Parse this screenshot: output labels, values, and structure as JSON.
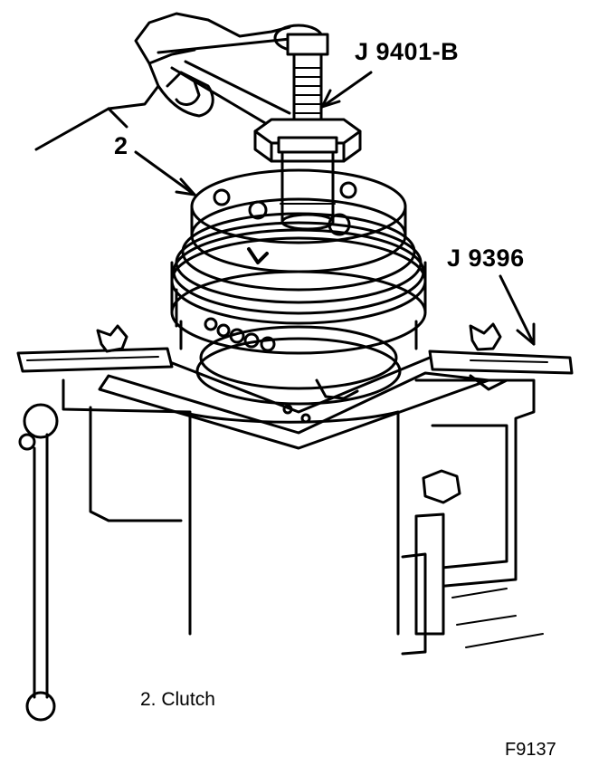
{
  "labels": {
    "tool_top": "J  9401-B",
    "tool_right": "J  9396",
    "callout": "2",
    "legend": "2.  Clutch",
    "figure_number": "F9137"
  },
  "colors": {
    "ink": "#000000",
    "paper": "#ffffff"
  }
}
